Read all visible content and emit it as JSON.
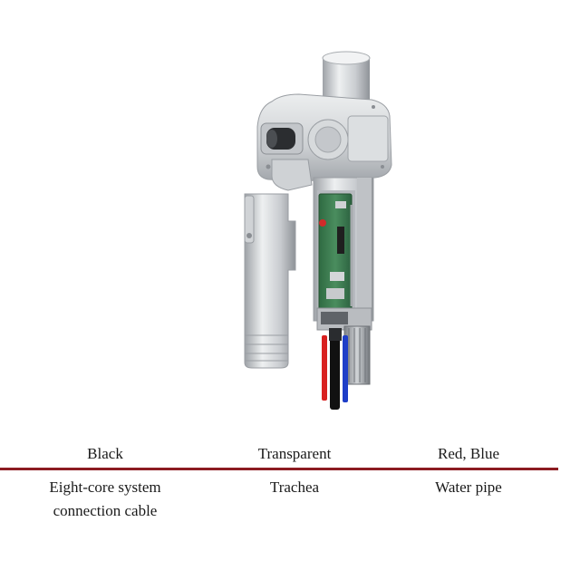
{
  "colors": {
    "rule": "#8c1b21",
    "housing_light": "#e3e5e7",
    "housing_dark": "#9fa3a8",
    "pcb_green": "#3e7d52",
    "pipe_red": "#d8201f",
    "pipe_blue": "#1e3ec8",
    "cable_black": "#111111"
  },
  "table": {
    "headers": [
      "Black",
      "Transparent",
      "Red, Blue"
    ],
    "rows": [
      [
        "Eight-core system\nconnection cable",
        "Trachea",
        "Water pipe"
      ]
    ]
  }
}
